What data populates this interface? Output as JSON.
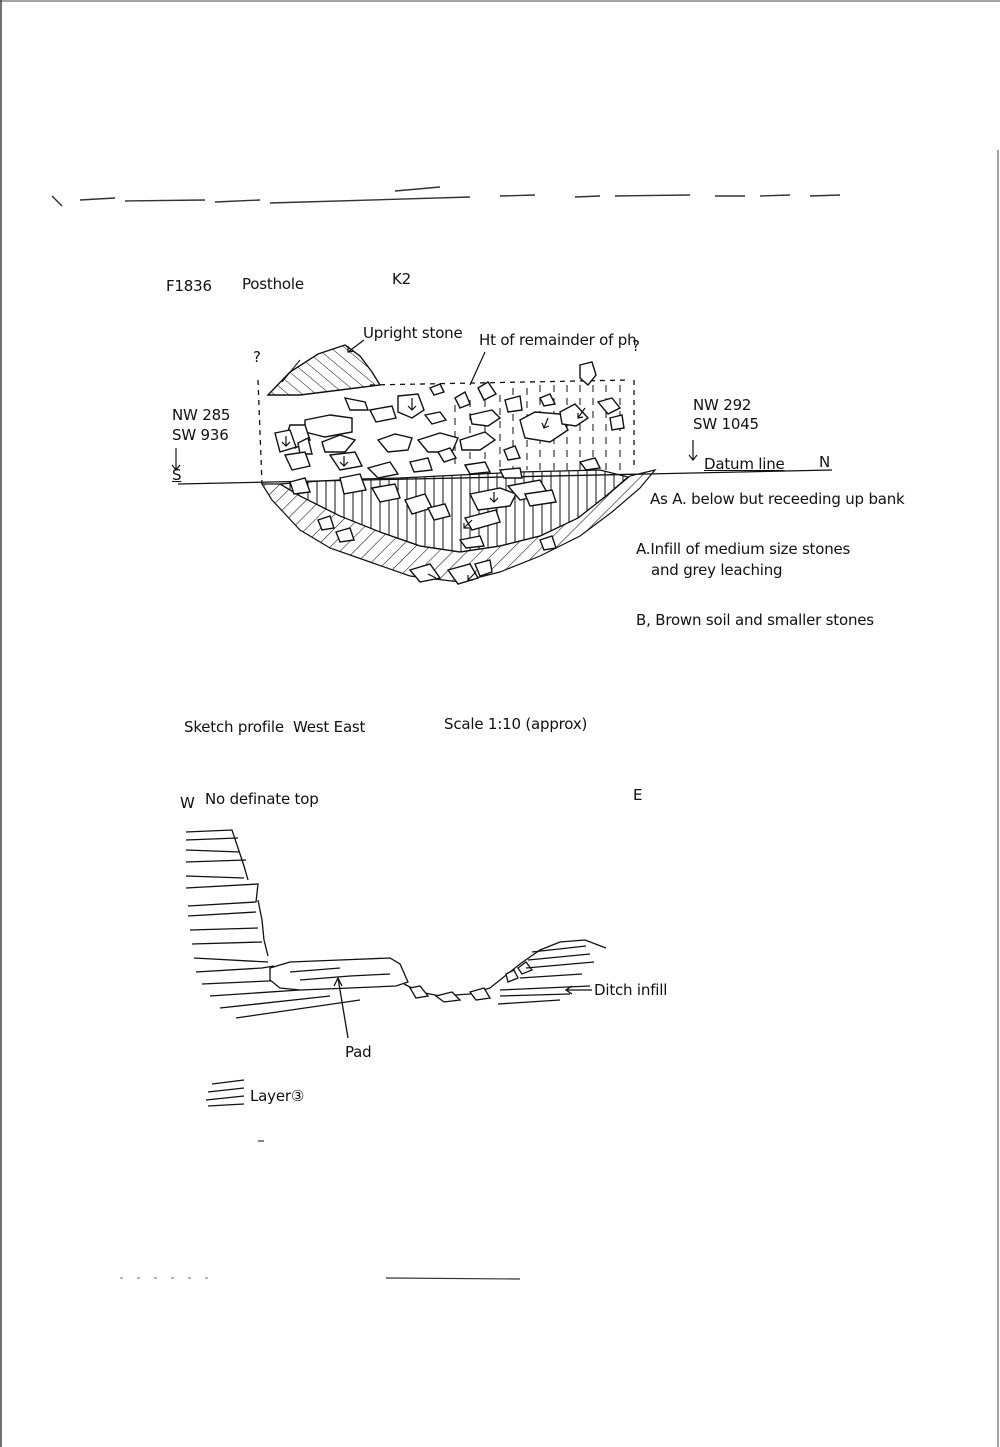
{
  "header": {
    "feature_id": "F1836",
    "feature_type": "Posthole",
    "area": "K2"
  },
  "section": {
    "upright_stone": "Upright stone",
    "height_note": "Ht of remainder of ph",
    "question_left": "?",
    "question_right": "?",
    "left_coords": [
      "NW 285",
      "SW 936"
    ],
    "left_dir": "S",
    "right_coords": [
      "NW 292",
      "SW 1045"
    ],
    "datum_line": "Datum line",
    "right_dir": "N",
    "legend_as_a": "As A. below but receeding up bank",
    "legend_a_line1": "A.Infill of medium size stones",
    "legend_a_line2": "and grey leaching",
    "legend_b": "B, Brown soil and smaller stones"
  },
  "profile": {
    "caption": "Sketch profile  West East",
    "scale": "Scale 1:10 (approx)",
    "west_label": "W",
    "no_top": "No definate top",
    "east_label": "E",
    "ditch_infill": "Ditch infill",
    "pad": "Pad",
    "layer_key": "Layer③"
  }
}
